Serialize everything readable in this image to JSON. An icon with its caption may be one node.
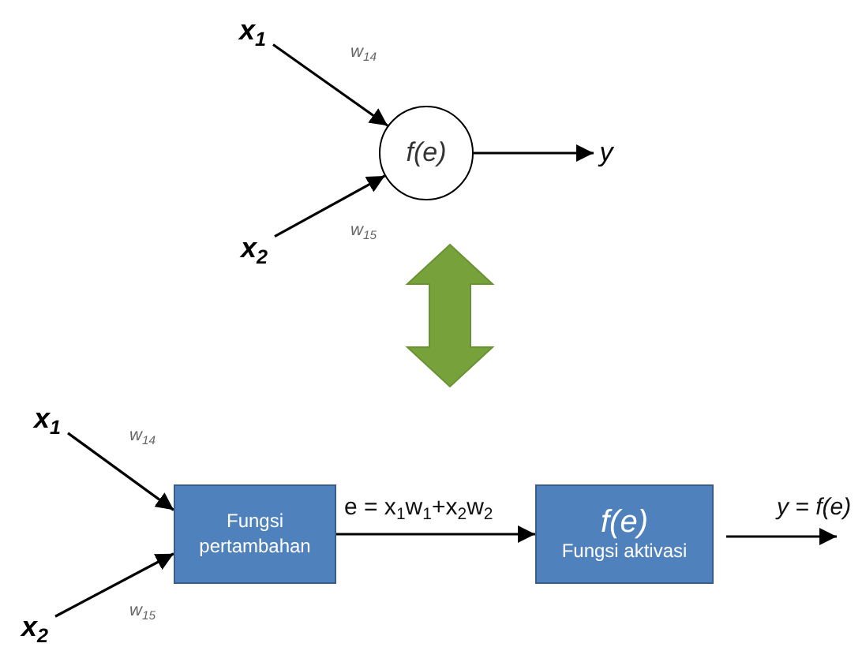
{
  "diagram": {
    "nodes": [
      {
        "text": [
          "x$_{1}$"
        ]
      },
      {
        "text": [
          "x$_{2}$"
        ]
      },
      {
        "text": [
          "f(e)"
        ]
      },
      {
        "text": [
          "y"
        ]
      },
      {
        "text": [
          "x$_{1}$"
        ]
      },
      {
        "text": [
          "x$_{2}$"
        ]
      },
      {
        "text": [
          "Fungsi pertambahan"
        ]
      },
      {
        "text": [
          "f(e)",
          "Fungsi aktivasi"
        ]
      }
    ],
    "edges": [
      {
        "from": 0,
        "to": 2,
        "arrow": "to",
        "label": "w$_{14}$"
      },
      {
        "from": 1,
        "to": 2,
        "arrow": "to",
        "label": "w$_{15}$"
      },
      {
        "from": 2,
        "to": 3,
        "arrow": "to"
      },
      {
        "from": 4,
        "to": 6,
        "arrow": "to",
        "label": "w$_{14}$"
      },
      {
        "from": 5,
        "to": 6,
        "arrow": "to",
        "label": "w$_{15}$"
      },
      {
        "from": 6,
        "to": 7,
        "arrow": "to",
        "label": "e = x$_{1}$w$_{1}$+x$_{2}$w$_{2}$"
      },
      {
        "from": 7,
        "to": null,
        "arrow": "to",
        "label": "y = f(e)"
      }
    ]
  }
}
